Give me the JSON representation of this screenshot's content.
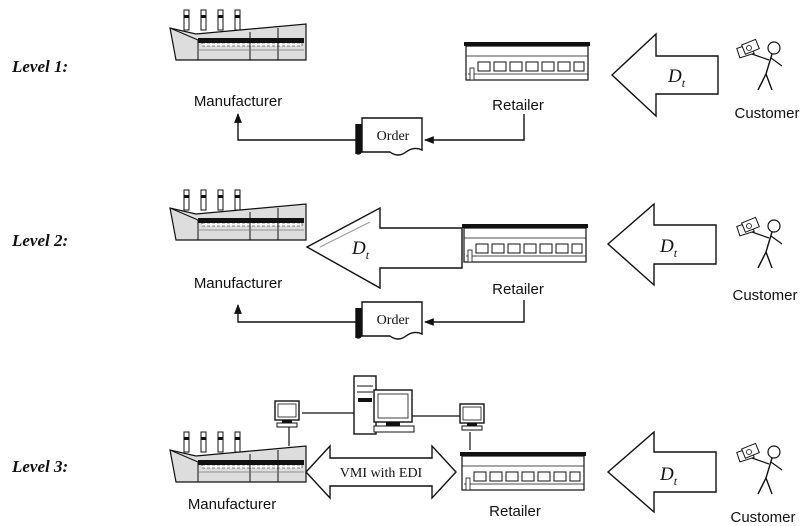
{
  "colors": {
    "ink": "#111111",
    "paper": "#ffffff",
    "shade": "#555555"
  },
  "levels": [
    {
      "label": "Level 1:",
      "manufacturer": "Manufacturer",
      "retailer": "Retailer",
      "customer": "Customer",
      "demand_symbol": "D",
      "demand_subscript": "t",
      "order": "Order"
    },
    {
      "label": "Level 2:",
      "manufacturer": "Manufacturer",
      "retailer": "Retailer",
      "customer": "Customer",
      "demand_symbol": "D",
      "demand_subscript": "t",
      "order": "Order"
    },
    {
      "label": "Level 3:",
      "manufacturer": "Manufacturer",
      "retailer": "Retailer",
      "customer": "Customer",
      "demand_symbol": "D",
      "demand_subscript": "t",
      "vmi": "VMI with EDI"
    }
  ],
  "icons": [
    "factory-icon",
    "store-icon",
    "customer-icon",
    "order-document-icon",
    "computer-icon",
    "server-icon"
  ]
}
